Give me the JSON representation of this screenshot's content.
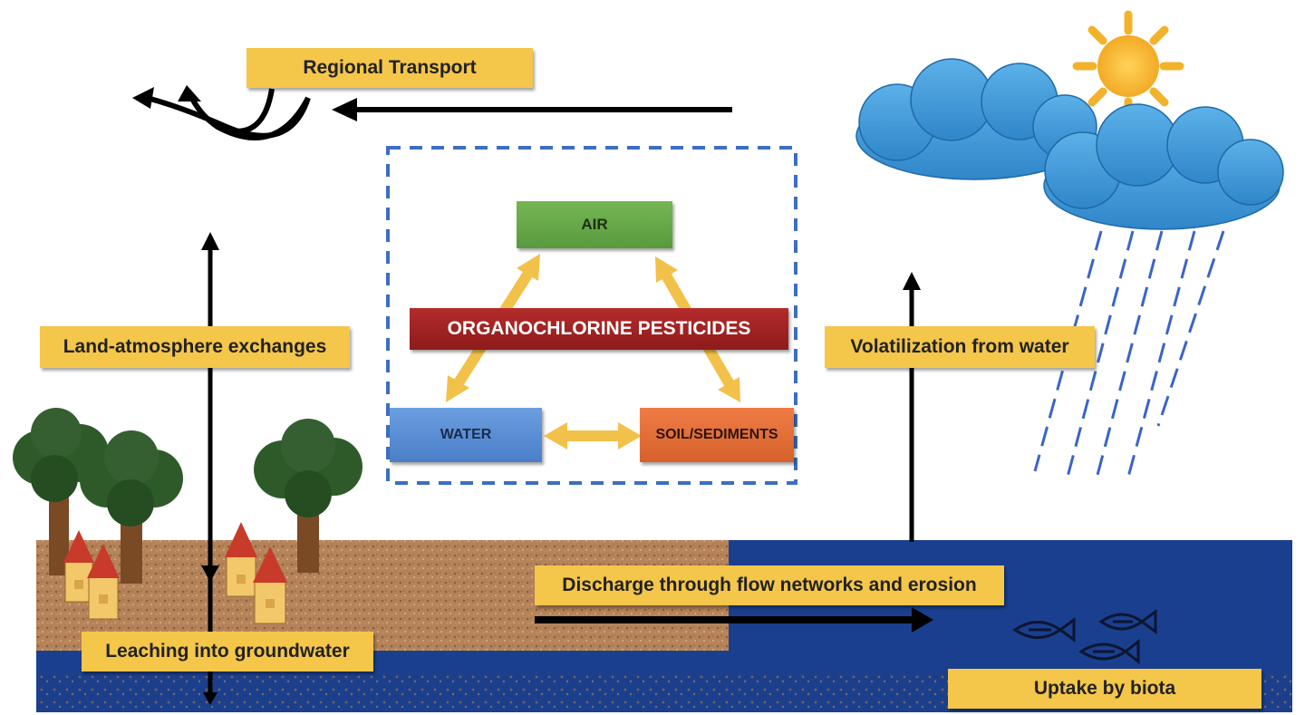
{
  "labels": {
    "regional_transport": "Regional Transport",
    "land_atmosphere": "Land-atmosphere exchanges",
    "volatilization": "Volatilization from water",
    "discharge": "Discharge through flow networks and erosion",
    "leaching": "Leaching into groundwater",
    "uptake": "Uptake by biota"
  },
  "compartments": {
    "air": "AIR",
    "pesticides": "ORGANOCHLORINE PESTICIDES",
    "water": "WATER",
    "soil": "SOIL/SEDIMENTS"
  },
  "icons": [
    "tree-icon",
    "house-icon",
    "cloud-icon",
    "sun-icon",
    "rain-icon",
    "fish-icon"
  ],
  "colors": {
    "label": "#f4c64a",
    "air": "#6aae4a",
    "pesticides": "#a32424",
    "water_box": "#5b8fd6",
    "soil_box": "#e86f38",
    "deep_water": "#1a3f8f",
    "soil": "#b5835a",
    "cloud": "#3f9ad8",
    "sun": "#f5b731",
    "exchange_arrow": "#f2c14a",
    "dashed_border": "#3d6ebf"
  }
}
